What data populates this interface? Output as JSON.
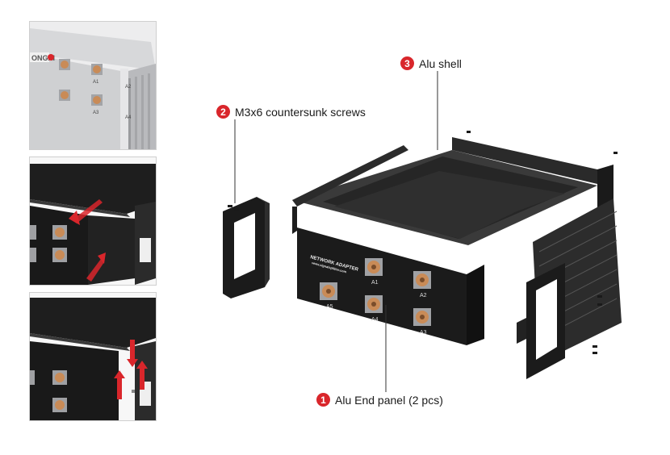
{
  "callouts": [
    {
      "number": "1",
      "label": "Alu End panel (2 pcs)"
    },
    {
      "number": "2",
      "label": "M3x6 countersunk screws"
    },
    {
      "number": "3",
      "label": "Alu shell"
    }
  ],
  "end_panel": {
    "title": "NETWORK ADAPTER",
    "subtitle": "www.signalsplitter.com",
    "connectors": [
      "A1",
      "A2",
      "A3",
      "A4",
      "A5"
    ]
  },
  "thumbnail_1": {
    "logo_text": "ONGXI",
    "connectors": [
      "A1",
      "A2",
      "A3",
      "A4"
    ]
  },
  "colors": {
    "accent": "#d9262b",
    "panel": "#1b1b1b",
    "shell": "#262626",
    "silver": "#c9cacc"
  }
}
